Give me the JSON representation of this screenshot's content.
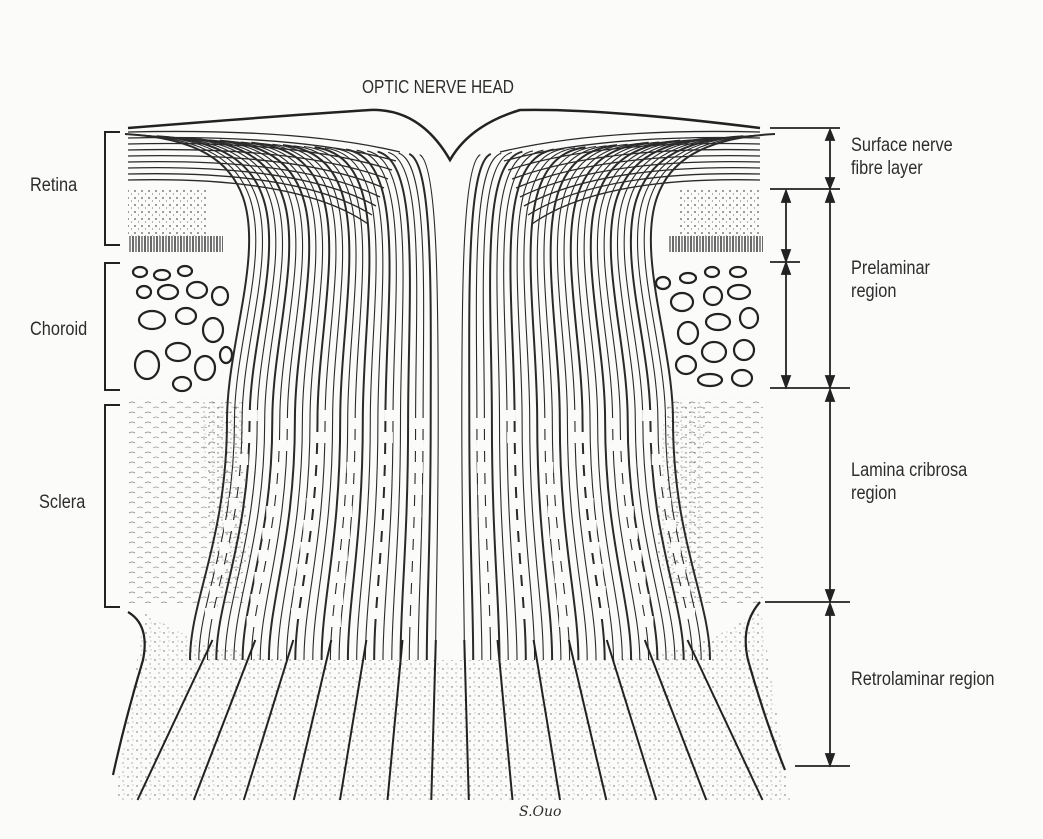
{
  "figure": {
    "title": "OPTIC NERVE HEAD",
    "signature": "S.Ouo"
  },
  "left_labels": {
    "retina": "Retina",
    "choroid": "Choroid",
    "sclera": "Sclera"
  },
  "right_labels": {
    "surface_line1": "Surface nerve",
    "surface_line2": "fibre layer",
    "prelaminar_line1": "Prelaminar",
    "prelaminar_line2": "region",
    "lamina_line1": "Lamina cribrosa",
    "lamina_line2": "region",
    "retrolaminar": "Retrolaminar region"
  },
  "colors": {
    "ink": "#2a2a2a",
    "paper": "#fbfbfa"
  }
}
